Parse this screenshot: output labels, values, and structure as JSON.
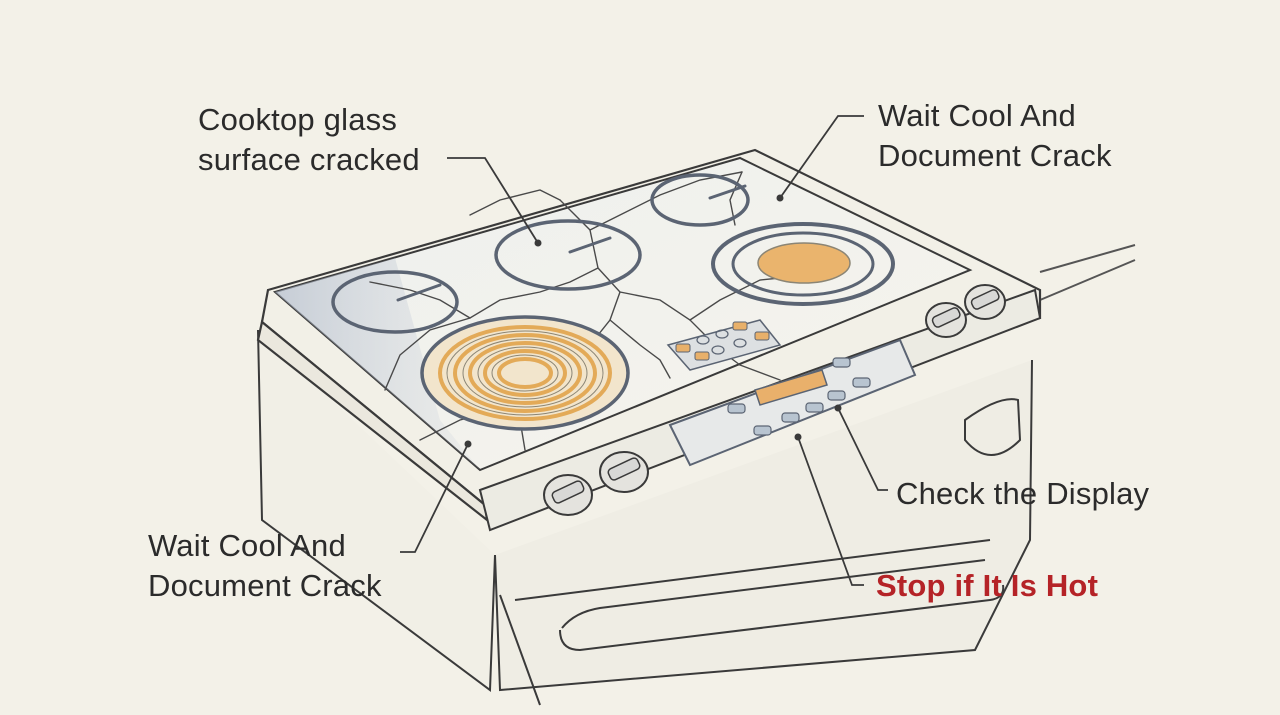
{
  "labels": {
    "crack_title": {
      "line1": "Cooktop glass",
      "line2": "surface cracked"
    },
    "wait_top": {
      "line1": "Wait Cool And",
      "line2": "Document Crack"
    },
    "wait_bottom": {
      "line1": "Wait Cool And",
      "line2": "Document Crack"
    },
    "check_display": "Check the Display",
    "stop_hot": "Stop if It Is Hot"
  },
  "colors": {
    "background": "#f3f1e8",
    "line": "#3a3a3a",
    "burner_ring": "#5b6473",
    "glow": "#e9b56c",
    "warning_text": "#b52327",
    "glass_tint": "#c9d0dc"
  }
}
